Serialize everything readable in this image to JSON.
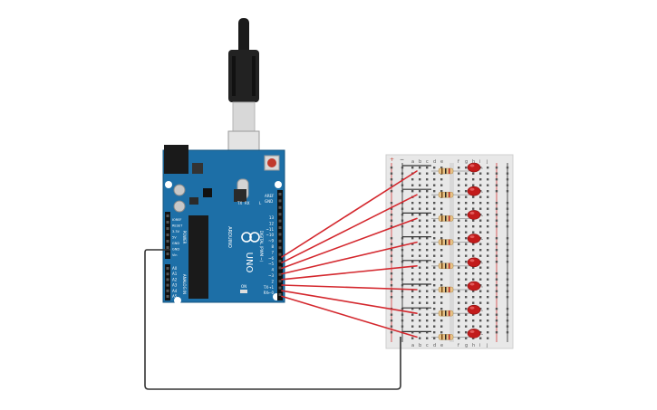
{
  "board": {
    "brand": "ARDUINO",
    "model": "UNO",
    "power_header": "POWER",
    "analog_header": "ANALOG IN",
    "digital_header": "DIGITAL (PWM ~)",
    "tx_label": "TX",
    "rx_label": "RX",
    "l_label": "L",
    "on_label": "ON",
    "aref": "AREF",
    "gnd": "GND",
    "pins_right": [
      "13",
      "12",
      "~11",
      "~10",
      "~9",
      "8",
      "7",
      "~6",
      "~5",
      "4",
      "~3",
      "2",
      "TX→1",
      "RX←0"
    ],
    "pins_power": [
      "IOREF",
      "RESET",
      "3.3V",
      "5V",
      "GND",
      "GND",
      "Vin"
    ],
    "pins_analog": [
      "A0",
      "A1",
      "A2",
      "A3",
      "A4",
      "A5"
    ]
  },
  "breadboard": {
    "col_letters": [
      "a",
      "b",
      "c",
      "d",
      "e",
      "f",
      "g",
      "h",
      "i",
      "j"
    ],
    "plus": "+",
    "minus": "−",
    "rows": 30
  },
  "colors": {
    "board": "#1d6fa7",
    "board_dark": "#155681",
    "wire_red": "#d4282e",
    "wire_black": "#333333",
    "led": "#c21b1b",
    "resistor": "#e6c387",
    "breadboard": "#e8e8e8"
  }
}
